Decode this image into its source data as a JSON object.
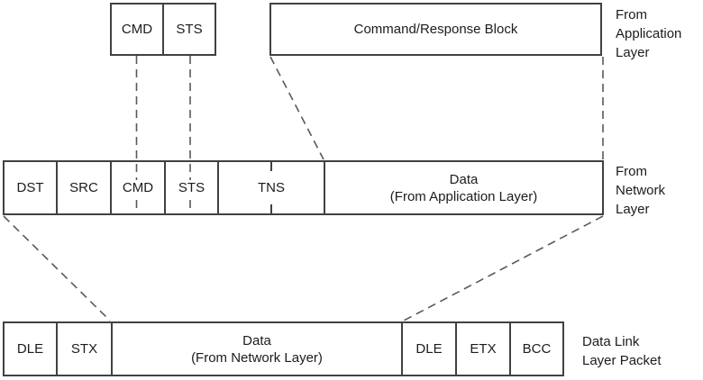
{
  "app_layer": {
    "cells": [
      "CMD",
      "STS"
    ],
    "block_label": "Command/Response Block",
    "side_label": [
      "From",
      "Application",
      "Layer"
    ]
  },
  "network_layer": {
    "cells": [
      "DST",
      "SRC",
      "CMD",
      "STS",
      "TNS"
    ],
    "data_cell": [
      "Data",
      "(From Application Layer)"
    ],
    "side_label": [
      "From",
      "Network",
      "Layer"
    ]
  },
  "datalink_layer": {
    "header_cells": [
      "DLE",
      "STX"
    ],
    "data_cell": [
      "Data",
      "(From Network Layer)"
    ],
    "trailer_cells": [
      "DLE",
      "ETX",
      "BCC"
    ],
    "side_label": [
      "Data Link",
      "Layer Packet"
    ]
  },
  "colors": {
    "border": "#414141",
    "dashed_line": "#595959",
    "text": "#1c1c1c",
    "background": "#ffffff"
  }
}
